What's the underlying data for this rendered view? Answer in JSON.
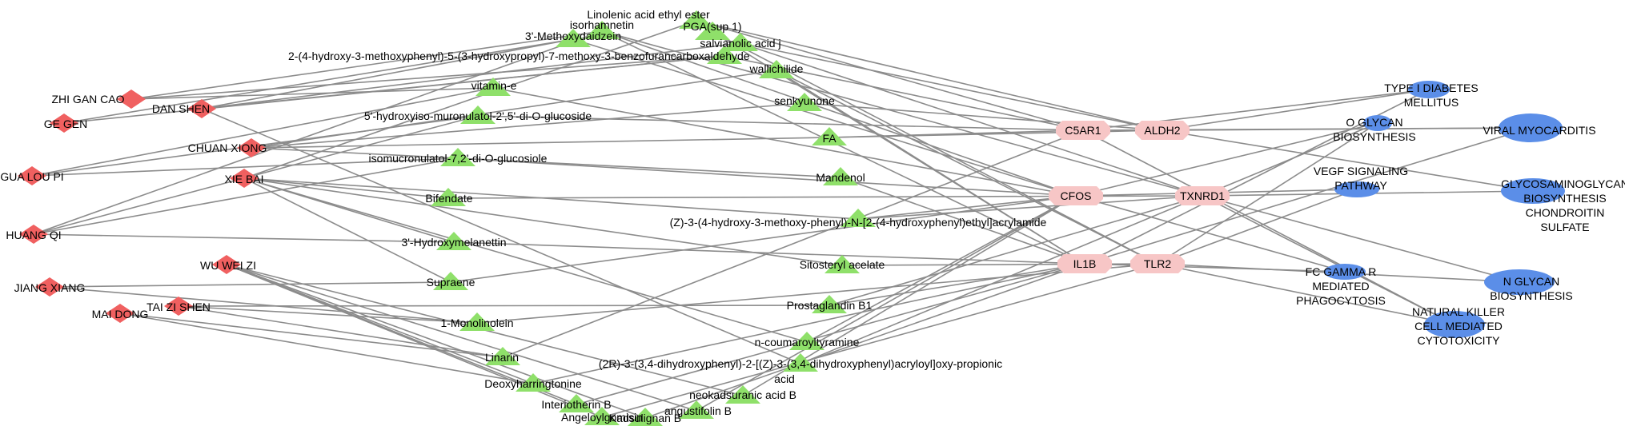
{
  "colors": {
    "herb": "#f06060",
    "compound": "#8fe06a",
    "target": "#f7c6c6",
    "pathway": "#5b8ee8",
    "edge": "#8c8c8c"
  },
  "herbs": [
    {
      "id": "h-zhigancao",
      "label": "ZHI GAN CAO"
    },
    {
      "id": "h-danshen",
      "label": "DAN SHEN"
    },
    {
      "id": "h-gegen",
      "label": "GE GEN"
    },
    {
      "id": "h-chuanxiong",
      "label": "CHUAN XIONG"
    },
    {
      "id": "h-gualoupi",
      "label": "GUA LOU PI"
    },
    {
      "id": "h-xiebai",
      "label": "XIE BAI"
    },
    {
      "id": "h-huangqi",
      "label": "HUANG QI"
    },
    {
      "id": "h-wuweizi",
      "label": "WU WEI ZI"
    },
    {
      "id": "h-jiangxiang",
      "label": "JIANG XIANG"
    },
    {
      "id": "h-taizishen",
      "label": "TAI ZI SHEN"
    },
    {
      "id": "h-maidong",
      "label": "MAI DONG"
    }
  ],
  "compounds": [
    {
      "id": "c-linolenic",
      "label": "Linolenic acid ethyl ester"
    },
    {
      "id": "c-isorhamnetin",
      "label": "isorhamnetin"
    },
    {
      "id": "c-pga",
      "label": "PGA(sup 1)"
    },
    {
      "id": "c-methoxydaidzein",
      "label": "3'-Methoxydaidzein"
    },
    {
      "id": "c-salvianolic",
      "label": "salvianolic acid j"
    },
    {
      "id": "c-benzofuran",
      "label": "2-(4-hydroxy-3-methoxyphenyl)-5-(3-hydroxypropyl)-7-methoxy-3-benzofurancarboxaldehyde"
    },
    {
      "id": "c-wallichilide",
      "label": "wallichilide"
    },
    {
      "id": "c-vitamine",
      "label": "vitamin-e"
    },
    {
      "id": "c-senkyunone",
      "label": "senkyunone"
    },
    {
      "id": "c-hydroxyiso",
      "label": "5'-hydroxyiso-muronulatol-2',5'-di-O-glucoside"
    },
    {
      "id": "c-fa",
      "label": "FA"
    },
    {
      "id": "c-isomucronulatol",
      "label": "isomucronulatol-7,2'-di-O-glucosiole"
    },
    {
      "id": "c-mandenol",
      "label": "Mandenol"
    },
    {
      "id": "c-bifendate",
      "label": "Bifendate"
    },
    {
      "id": "c-acrylamide",
      "label": "(Z)-3-(4-hydroxy-3-methoxy-phenyl)-N-[2-(4-hydroxyphenyl)ethyl]acrylamide"
    },
    {
      "id": "c-hydroxymelanettin",
      "label": "3'-Hydroxymelanettin"
    },
    {
      "id": "c-sitosteryl",
      "label": "Sitosteryl acelate"
    },
    {
      "id": "c-supraene",
      "label": "Supraene"
    },
    {
      "id": "c-prostaglandin",
      "label": "Prostaglandin B1"
    },
    {
      "id": "c-monolinolein",
      "label": "1-Monolinolein"
    },
    {
      "id": "c-coumaroyltyramine",
      "label": "n-coumaroyltyramine"
    },
    {
      "id": "c-propionic",
      "label": "(2R)-3-(3,4-dihydroxyphenyl)-2-[(Z)-3-(3,4-dihydroxyphenyl)acryloyl]oxy-propionic"
    },
    {
      "id": "c-propionic-acid",
      "label": "acid"
    },
    {
      "id": "c-linarin",
      "label": "Linarin"
    },
    {
      "id": "c-deoxyharringtonine",
      "label": "Deoxyharringtonine"
    },
    {
      "id": "c-neokadsuranic",
      "label": "neokadsuranic acid B"
    },
    {
      "id": "c-interiotherin",
      "label": "Interiotherin B"
    },
    {
      "id": "c-angustifolin",
      "label": "angustifolin B"
    },
    {
      "id": "c-angeloylgomisin",
      "label": "Angeloylgomisin"
    },
    {
      "id": "c-kadsulignan",
      "label": "Kadsulignan B"
    }
  ],
  "targets": [
    {
      "id": "t-c5ar1",
      "label": "C5AR1"
    },
    {
      "id": "t-aldh2",
      "label": "ALDH2"
    },
    {
      "id": "t-cfos",
      "label": "CFOS"
    },
    {
      "id": "t-txnrd1",
      "label": "TXNRD1"
    },
    {
      "id": "t-il1b",
      "label": "IL1B"
    },
    {
      "id": "t-tlr2",
      "label": "TLR2"
    }
  ],
  "pathways": [
    {
      "id": "p-t1d",
      "lines": [
        "TYPE I DIABETES",
        "MELLITUS"
      ]
    },
    {
      "id": "p-oglycan",
      "lines": [
        "O GLYCAN",
        "BIOSYNTHESIS"
      ]
    },
    {
      "id": "p-viral",
      "lines": [
        "VIRAL MYOCARDITIS"
      ]
    },
    {
      "id": "p-vegf",
      "lines": [
        "VEGF SIGNALING",
        "PATHWAY"
      ]
    },
    {
      "id": "p-gag",
      "lines": [
        "GLYCOSAMINOGLYCAN",
        "BIOSYNTHESIS",
        "CHONDROITIN",
        "SULFATE"
      ]
    },
    {
      "id": "p-fcgamma",
      "lines": [
        "FC GAMMA R",
        "MEDIATED",
        "PHAGOCYTOSIS"
      ]
    },
    {
      "id": "p-nglycan",
      "lines": [
        "N GLYCAN",
        "BIOSYNTHESIS"
      ]
    },
    {
      "id": "p-nk",
      "lines": [
        "NATURAL KILLER",
        "CELL MEDIATED",
        "CYTOTOXICITY"
      ]
    }
  ]
}
